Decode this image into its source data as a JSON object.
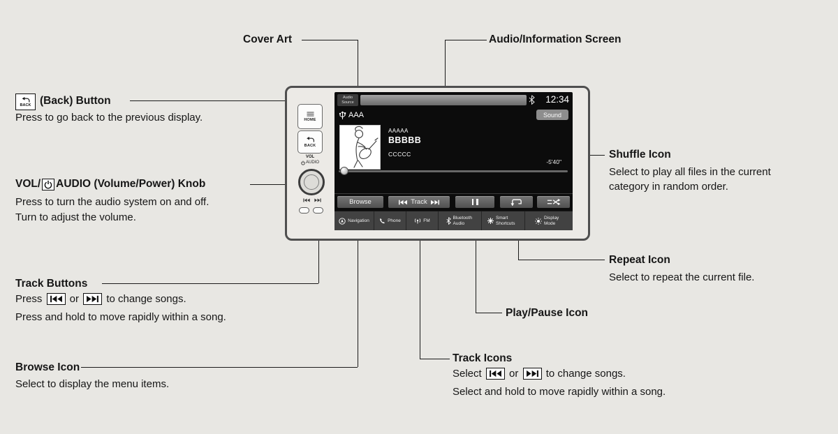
{
  "colors": {
    "page_bg": "#e8e7e3",
    "screen_bg": "#0c0c0c",
    "button_gray": "#5a5a5a",
    "leader_line": "#1a1a1a"
  },
  "callouts": {
    "cover_art": {
      "title": "Cover Art"
    },
    "audio_screen": {
      "title": "Audio/Information Screen"
    },
    "back_button": {
      "icon_text": "BACK",
      "title": "(Back) Button",
      "desc": "Press to go back to the previous display."
    },
    "volume_knob": {
      "title_pre": "VOL/",
      "title_post": "AUDIO (Volume/Power) Knob",
      "desc_line1": "Press to turn the audio system on and off.",
      "desc_line2": "Turn to adjust the volume."
    },
    "track_buttons": {
      "title": "Track Buttons",
      "desc1_pre": "Press ",
      "desc1_mid": " or ",
      "desc1_post": " to change songs.",
      "desc_line2": "Press and hold to move rapidly within a song."
    },
    "browse_icon": {
      "title": "Browse Icon",
      "desc": "Select to display the menu items."
    },
    "shuffle_icon": {
      "title": "Shuffle Icon",
      "desc_line1": "Select to play all files in the current",
      "desc_line2": "category in random order."
    },
    "repeat_icon": {
      "title": "Repeat Icon",
      "desc": "Select to repeat the current file."
    },
    "play_pause_icon": {
      "title": "Play/Pause Icon"
    },
    "track_icons": {
      "title": "Track Icons",
      "desc1_pre": "Select ",
      "desc1_mid": " or ",
      "desc1_post": " to change songs.",
      "desc_line2": "Select and hold to move rapidly within a song."
    }
  },
  "unit": {
    "home_button": "HOME",
    "back_button": "BACK",
    "vol_label": "VOL",
    "audio_label": "AUDIO",
    "screen": {
      "source_line1": "Audio",
      "source_line2": "Source",
      "clock": "12:34",
      "usb_label": "AAA",
      "sound_button": "Sound",
      "meta_line1": "AAAAA",
      "meta_line2": "BBBBB",
      "meta_line3": "CCCCC",
      "time_remaining": "-5'40\"",
      "browse_button": "Browse",
      "track_button": "Track",
      "dock": [
        {
          "label": "Navigation"
        },
        {
          "label": "Phone"
        },
        {
          "label": "FM"
        },
        {
          "label": "Bluetooth Audio"
        },
        {
          "label": "Smart Shortcuts"
        },
        {
          "label": "Display Mode"
        }
      ]
    }
  }
}
